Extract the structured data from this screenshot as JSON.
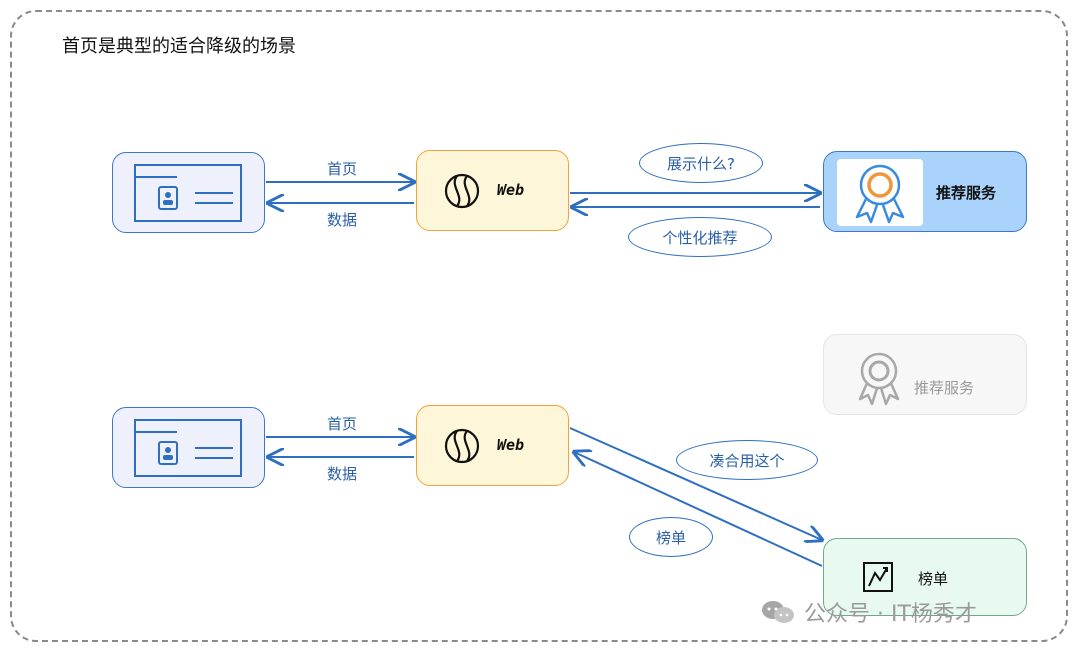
{
  "title": "首页是典型的适合降级的场景",
  "top": {
    "request_label": "首页",
    "response_label": "数据",
    "web_label": "Web",
    "ask_label": "展示什么?",
    "reply_label": "个性化推荐",
    "service_label": "推荐服务"
  },
  "bottom": {
    "request_label": "首页",
    "response_label": "数据",
    "web_label": "Web",
    "faded_service_label": "推荐服务",
    "fallback_label": "凑合用这个",
    "return_label": "榜单",
    "ranking_label": "榜单"
  },
  "watermark": "公众号 · IT杨秀才",
  "colors": {
    "arrow": "#2f6fc2",
    "web_fill": "#fdf6d8",
    "service_fill": "#a9d3fb",
    "ranking_fill": "#e8faef"
  }
}
